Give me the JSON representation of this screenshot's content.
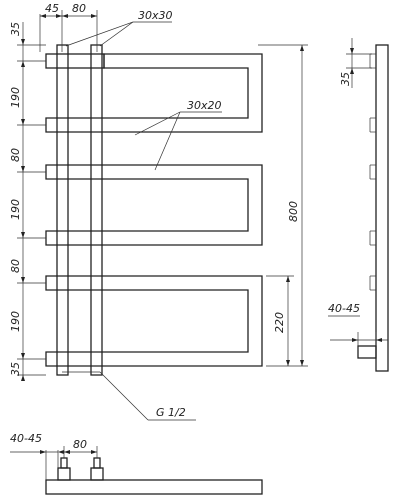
{
  "dimensions": {
    "top_45": "45",
    "top_80": "80",
    "pipe_30x30": "30x30",
    "bar_30x20": "30x20",
    "left_35_top": "35",
    "left_190_a": "190",
    "left_80_a": "80",
    "left_190_b": "190",
    "left_80_b": "80",
    "left_190_c": "190",
    "left_35_bottom": "35",
    "height_800": "800",
    "height_220": "220",
    "side_35": "35",
    "side_40_45": "40-45",
    "thread_g12": "G 1/2",
    "bottom_40_45": "40-45",
    "bottom_80": "80"
  }
}
